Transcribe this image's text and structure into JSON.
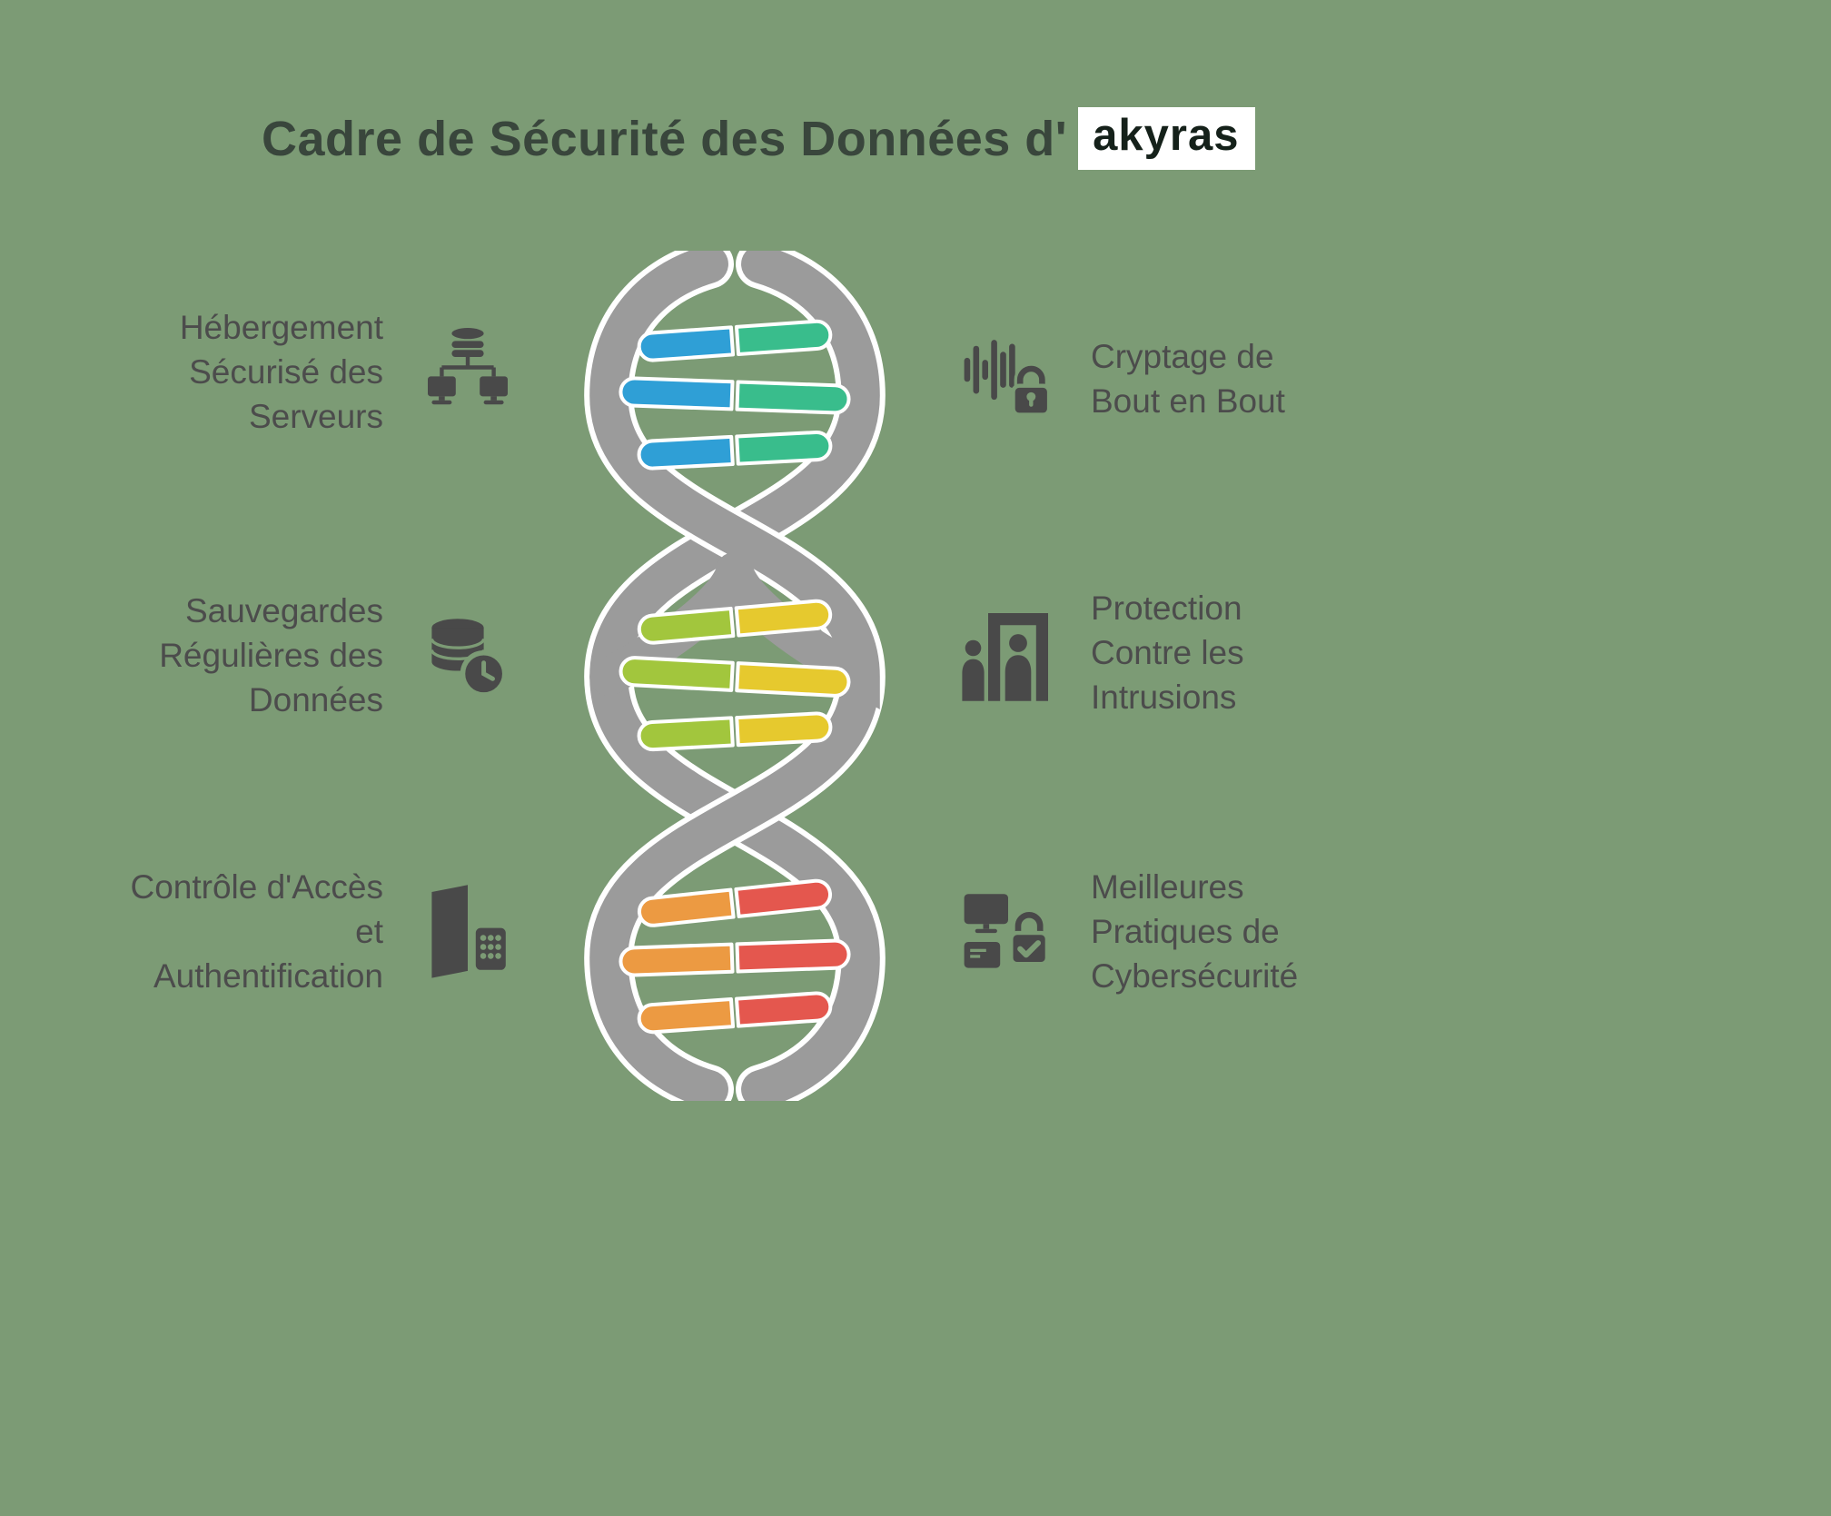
{
  "css_vars": {
    "bg": "#7c9b75",
    "title-color": "#39463c",
    "brand-bg": "#ffffff",
    "brand-color": "#15211a",
    "text-color": "#4c4c4c",
    "icon-color": "#494949",
    "strand-color": "#9b9b9b"
  },
  "title": {
    "prefix": "Cadre de Sécurité des Données d'",
    "brand": "akyras"
  },
  "items": {
    "left": [
      {
        "label": "Hébergement\nSécurisé des\nServeurs",
        "icon": "secure-servers-icon"
      },
      {
        "label": "Sauvegardes\nRégulières des\nDonnées",
        "icon": "data-backup-clock-icon"
      },
      {
        "label": "Contrôle d'Accès\net\nAuthentification",
        "icon": "door-keypad-icon"
      }
    ],
    "right": [
      {
        "label": "Cryptage de\nBout en Bout",
        "icon": "waveform-lock-icon"
      },
      {
        "label": "Protection\nContre les\nIntrusions",
        "icon": "security-gate-icon"
      },
      {
        "label": "Meilleures\nPratiques de\nCybersécurité",
        "icon": "devices-lock-check-icon"
      }
    ]
  },
  "dna": {
    "rung_colors": {
      "top": [
        "#2f9fd6",
        "#39bd8c"
      ],
      "middle": [
        "#a2c63d",
        "#e6c92e"
      ],
      "bottom": [
        "#ec9a42",
        "#e4574e"
      ]
    }
  }
}
